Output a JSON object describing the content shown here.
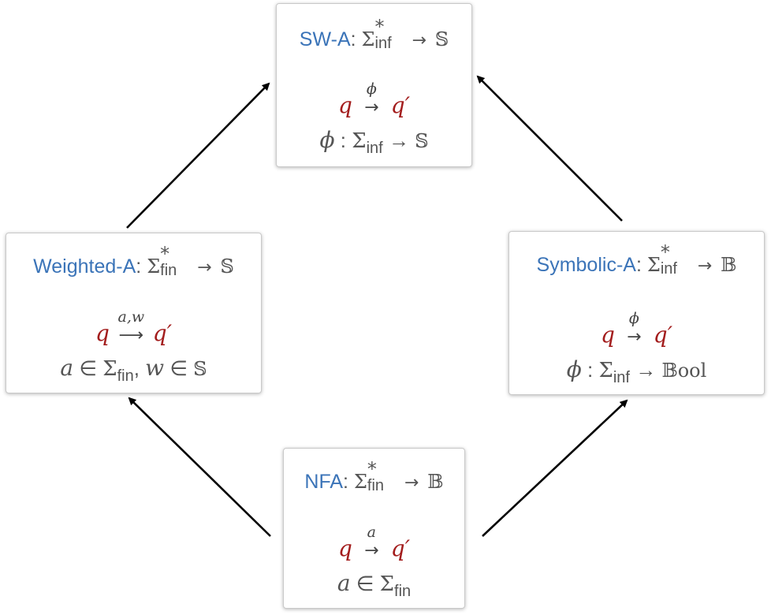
{
  "nodes": {
    "sw": {
      "name": "SW-A",
      "sep": ":",
      "sigma": "Σ",
      "star": "*",
      "alphabet": "inf",
      "arrow": "→",
      "codomain": "𝕊",
      "q_from": "q",
      "q_to": "q′",
      "arrow_symbol": "→",
      "label": "ϕ",
      "desc_var": "ϕ",
      "desc_colon": " : ",
      "desc_sigma": "Σ",
      "desc_sub": "inf",
      "desc_arrow": " → ",
      "desc_codomain": "𝕊"
    },
    "weighted": {
      "name": "Weighted-A",
      "sep": ":",
      "sigma": "Σ",
      "star": "*",
      "alphabet": "fin",
      "arrow": "→",
      "codomain": "𝕊",
      "q_from": "q",
      "q_to": "q′",
      "arrow_symbol": "⟶",
      "label": "a,w",
      "desc_var1": "a",
      "desc_in1": " ∈ ",
      "desc_sigma": "Σ",
      "desc_sub": "fin",
      "desc_comma": ", ",
      "desc_var2": "w",
      "desc_in2": " ∈ ",
      "desc_codomain": "𝕊"
    },
    "symbolic": {
      "name": "Symbolic-A",
      "sep": ":",
      "sigma": "Σ",
      "star": "*",
      "alphabet": "inf",
      "arrow": "→",
      "codomain": "𝔹",
      "q_from": "q",
      "q_to": "q′",
      "arrow_symbol": "→",
      "label": "ϕ",
      "desc_var": "ϕ",
      "desc_colon": " : ",
      "desc_sigma": "Σ",
      "desc_sub": "inf",
      "desc_arrow": " → ",
      "desc_codomain": "𝔹ool"
    },
    "nfa": {
      "name": "NFA",
      "sep": ":",
      "sigma": "Σ",
      "star": "*",
      "alphabet": "fin",
      "arrow": "→",
      "codomain": "𝔹",
      "q_from": "q",
      "q_to": "q′",
      "arrow_symbol": "→",
      "label": "a",
      "desc_var": "a",
      "desc_in": " ∈ ",
      "desc_sigma": "Σ",
      "desc_sub": "fin"
    }
  },
  "colors": {
    "name": "#3b74b8",
    "state": "#a31d1d",
    "text": "#555555",
    "edge": "#000000"
  }
}
